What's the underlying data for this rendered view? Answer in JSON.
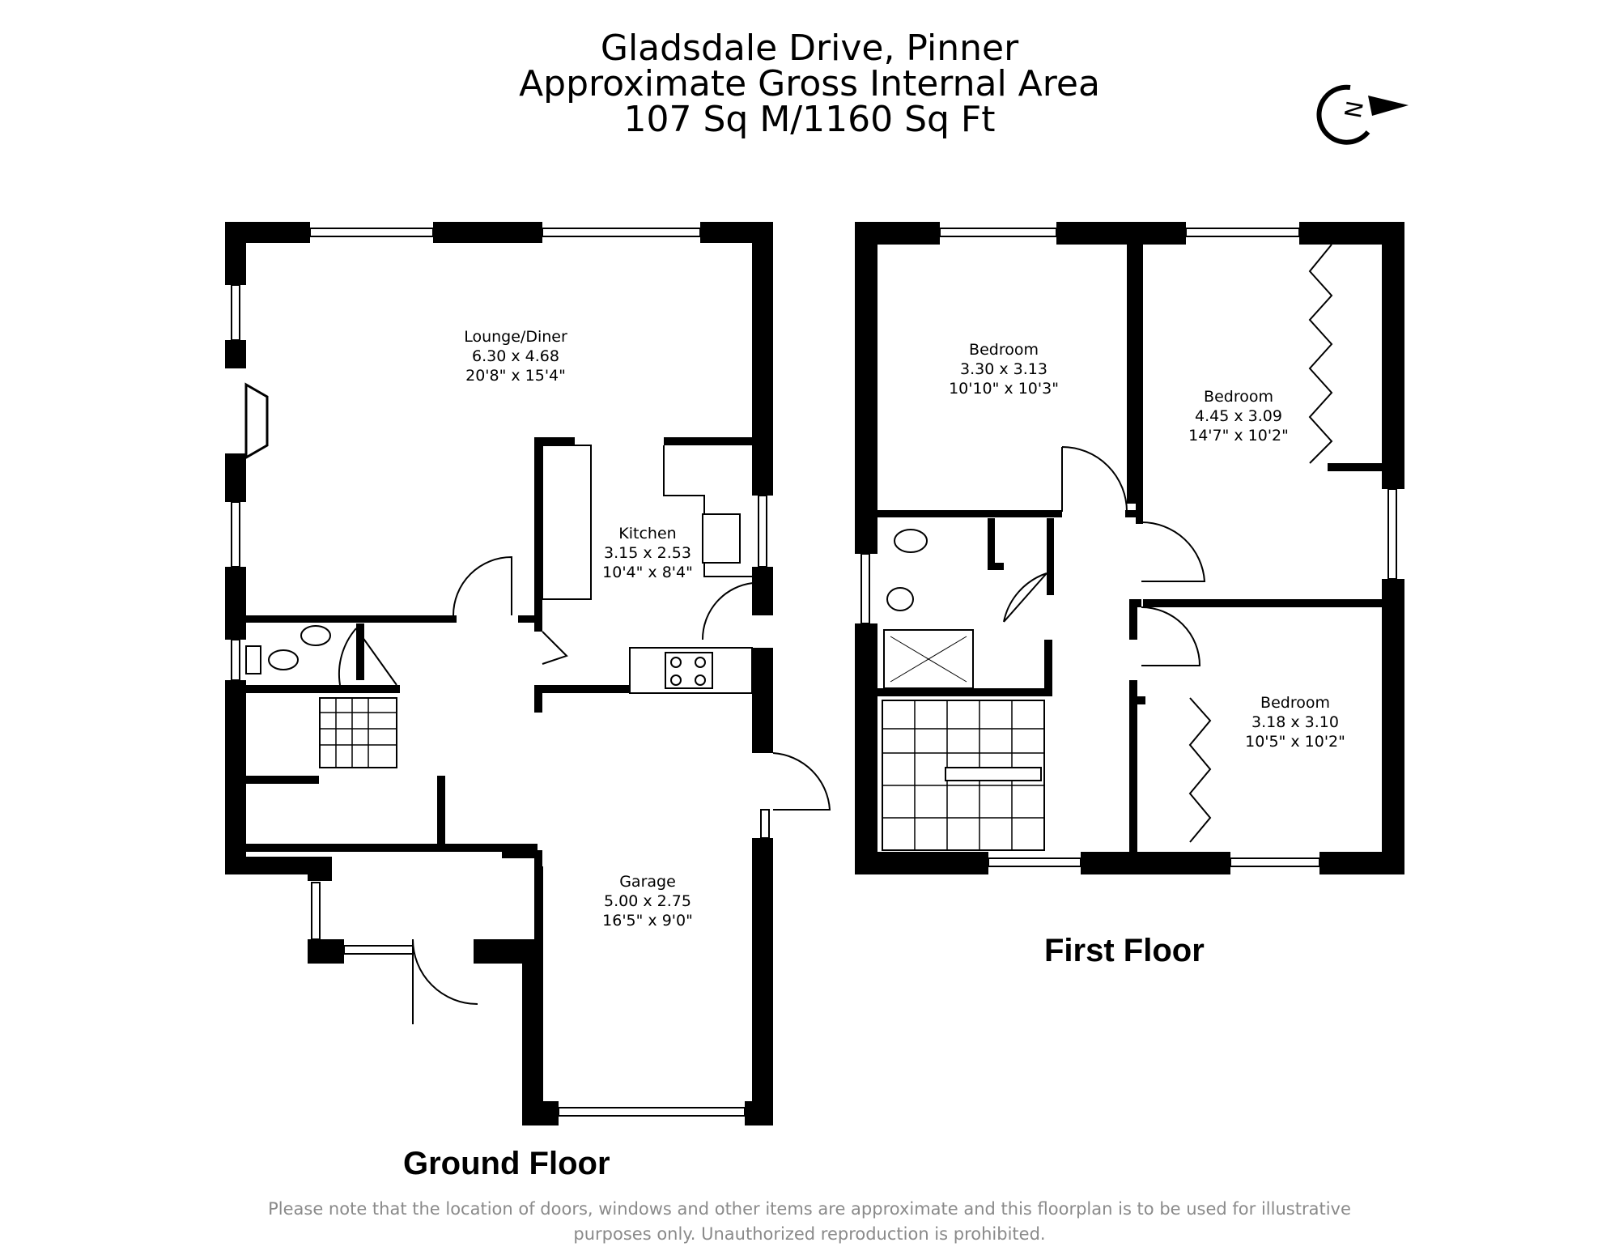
{
  "header": {
    "title": "Gladsdale Drive, Pinner",
    "subtitle": "Approximate Gross Internal Area",
    "area": "107 Sq M/1160 Sq Ft"
  },
  "compass": {
    "icon": "north-arrow-icon",
    "letter": "N"
  },
  "ground_floor": {
    "label": "Ground Floor",
    "rooms": [
      {
        "name": "Lounge/Diner",
        "metric": "6.30 x 4.68",
        "imperial": "20'8\" x 15'4\""
      },
      {
        "name": "Kitchen",
        "metric": "3.15 x 2.53",
        "imperial": "10'4\" x 8'4\""
      },
      {
        "name": "Garage",
        "metric": "5.00 x 2.75",
        "imperial": "16'5\" x 9'0\""
      }
    ]
  },
  "first_floor": {
    "label": "First Floor",
    "rooms": [
      {
        "name": "Bedroom",
        "metric": "3.30 x 3.13",
        "imperial": "10'10\" x 10'3\""
      },
      {
        "name": "Bedroom",
        "metric": "4.45 x 3.09",
        "imperial": "14'7\" x 10'2\""
      },
      {
        "name": "Bedroom",
        "metric": "3.18 x 3.10",
        "imperial": "10'5\" x 10'2\""
      }
    ]
  },
  "disclaimer": {
    "line1": "Please note that the location of doors, windows and other items are approximate and this floorplan is to be used for illustrative",
    "line2": "purposes only. Unauthorized reproduction is prohibited."
  }
}
